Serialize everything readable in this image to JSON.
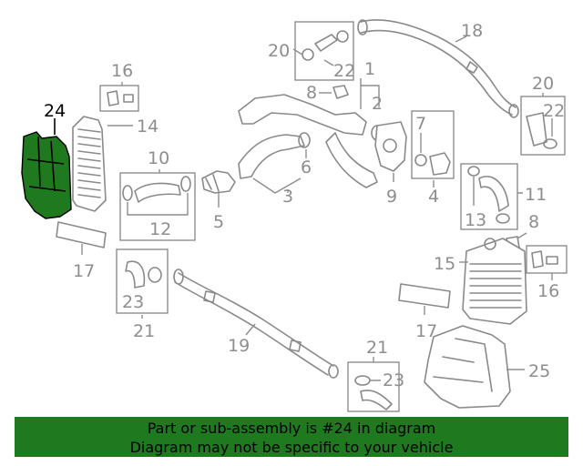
{
  "callouts": {
    "c24": "24",
    "c16a": "16",
    "c14": "14",
    "c10": "10",
    "c12": "12",
    "c5": "5",
    "c3": "3",
    "c6": "6",
    "c8a": "8",
    "c1": "1",
    "c2": "2",
    "c20a": "20",
    "c22a": "22",
    "c18": "18",
    "c20b": "20",
    "c22b": "22",
    "c7": "7",
    "c4": "4",
    "c9": "9",
    "c11": "11",
    "c13": "13",
    "c8b": "8",
    "c15": "15",
    "c16b": "16",
    "c17a": "17",
    "c17b": "17",
    "c23a": "23",
    "c21a": "21",
    "c19": "19",
    "c21b": "21",
    "c23b": "23",
    "c25": "25"
  },
  "banner": {
    "line1": "Part or sub-assembly is #24 in diagram",
    "line2": "Diagram may not be specific to your vehicle"
  },
  "colors": {
    "highlight": "#1f7a1f",
    "callout": "#8e8e8e"
  }
}
